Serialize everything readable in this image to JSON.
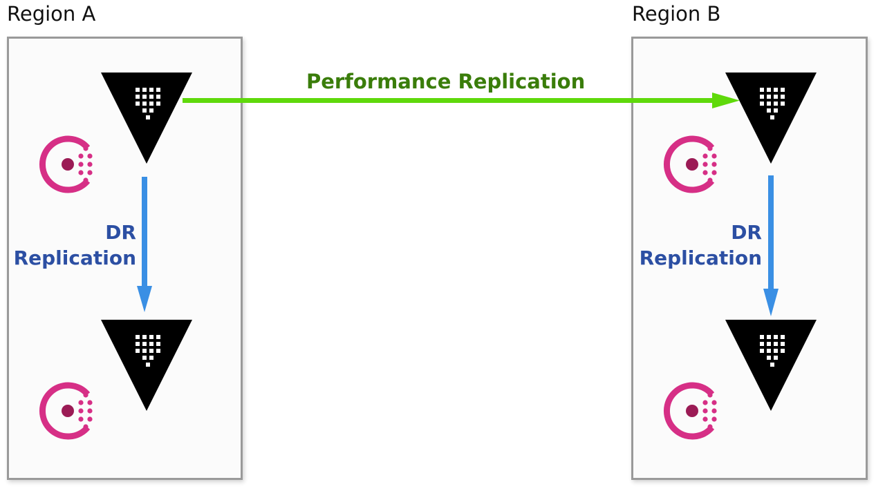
{
  "regions": [
    {
      "label": "Region A"
    },
    {
      "label": "Region B"
    }
  ],
  "connections": {
    "performance": {
      "label": "Performance Replication",
      "color": "#5fd90b",
      "text_color": "#3a7d0a"
    },
    "dr_a": {
      "line1": "DR",
      "line2": "Replication",
      "color": "#3a8fe4",
      "text_color": "#2c4fa3"
    },
    "dr_b": {
      "line1": "DR",
      "line2": "Replication",
      "color": "#3a8fe4",
      "text_color": "#2c4fa3"
    }
  },
  "icons": {
    "vault": "vault-icon",
    "consul": "consul-icon",
    "consul_color": "#d62f86",
    "consul_dot_color": "#9b1b55"
  }
}
